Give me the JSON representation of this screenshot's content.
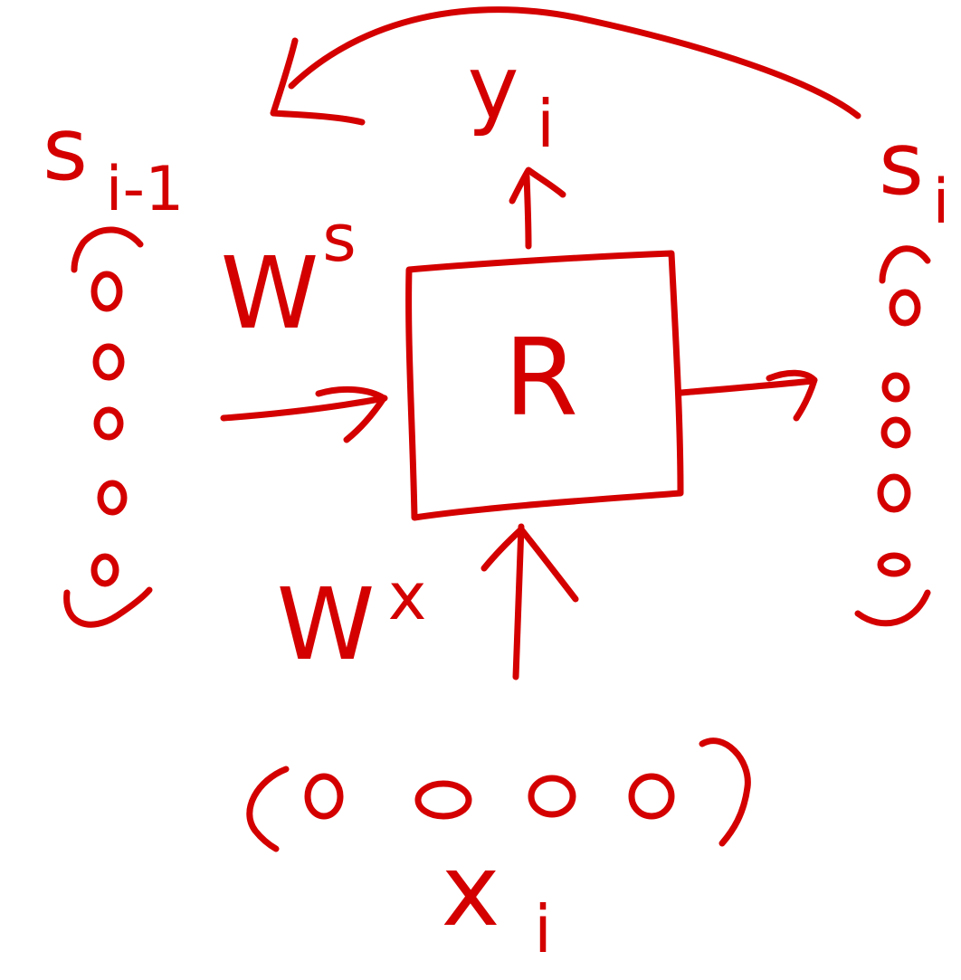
{
  "diagram": {
    "ink_color": "#d40000",
    "nodes": {
      "cell": {
        "label": "R"
      },
      "prev_state": {
        "label": "s",
        "subscript": "i-1",
        "units": 5
      },
      "next_state": {
        "label": "s",
        "subscript": "i",
        "units": 5
      },
      "input": {
        "label": "x",
        "subscript": "i",
        "units": 4
      },
      "output": {
        "label": "y",
        "subscript": "i"
      }
    },
    "weights": {
      "state_weight": {
        "label": "W",
        "superscript": "s"
      },
      "input_weight": {
        "label": "W",
        "superscript": "x"
      }
    },
    "edges": [
      {
        "from": "prev_state",
        "to": "cell",
        "weight": "state_weight"
      },
      {
        "from": "input",
        "to": "cell",
        "weight": "input_weight"
      },
      {
        "from": "cell",
        "to": "output"
      },
      {
        "from": "cell",
        "to": "next_state"
      },
      {
        "from": "next_state",
        "to": "prev_state",
        "kind": "recurrent-loop"
      }
    ]
  }
}
